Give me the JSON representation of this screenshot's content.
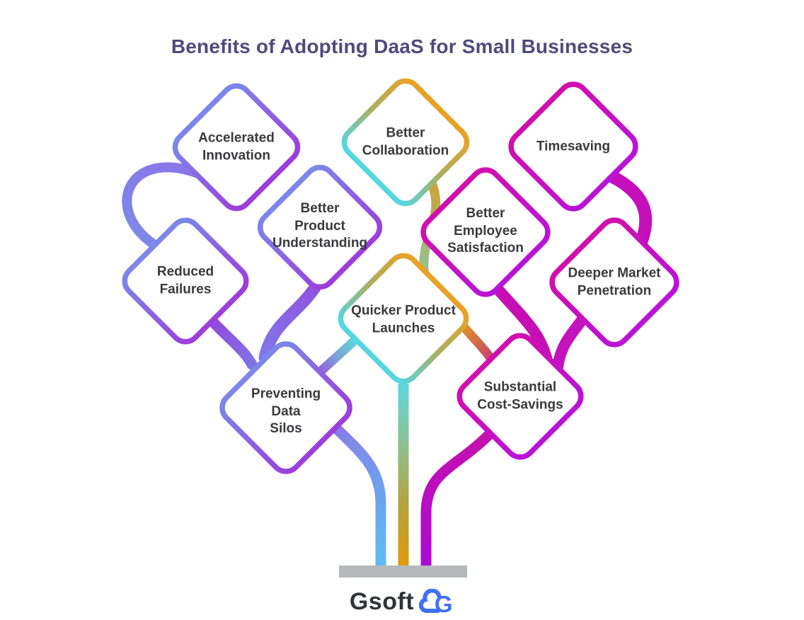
{
  "title": "Benefits of Adopting DaaS for Small Businesses",
  "nodes": [
    {
      "id": "accelerated-innovation",
      "label": "Accelerated\nInnovation",
      "family": "blue-purple"
    },
    {
      "id": "better-collaboration",
      "label": "Better\nCollaboration",
      "family": "orange-teal"
    },
    {
      "id": "timesaving",
      "label": "Timesaving",
      "family": "magenta"
    },
    {
      "id": "better-product-understanding",
      "label": "Better\nProduct\nUnderstanding",
      "family": "blue-purple"
    },
    {
      "id": "better-employee-satisfaction",
      "label": "Better\nEmployee\nSatisfaction",
      "family": "magenta"
    },
    {
      "id": "reduced-failures",
      "label": "Reduced\nFailures",
      "family": "blue-purple"
    },
    {
      "id": "deeper-market-penetration",
      "label": "Deeper Market\nPenetration",
      "family": "magenta"
    },
    {
      "id": "quicker-product-launches",
      "label": "Quicker Product\nLaunches",
      "family": "orange-teal"
    },
    {
      "id": "preventing-data-silos",
      "label": "Preventing\nData\nSilos",
      "family": "blue-purple"
    },
    {
      "id": "substantial-cost-savings",
      "label": "Substantial\nCost-Savings",
      "family": "magenta"
    }
  ],
  "brand": {
    "name": "Gsoft",
    "logo_icon": "cloud-g-icon",
    "logo_color": "#4070F2"
  },
  "colors": {
    "title_text": "#4E4B7B",
    "node_label_text": "#3A3A3C",
    "blue_family_start": "#7C87E9",
    "blue_family_end": "#9C3EDB",
    "orange_teal_start": "#E9A226",
    "orange_teal_end": "#55D7E2",
    "magenta_start": "#D10FAC",
    "magenta_end": "#BA13D8",
    "trunk_blue_bottom": "#5FBCF4",
    "trunk_orange_bottom": "#E2990F",
    "trunk_magenta_bottom": "#AA0BD3",
    "base_bar": "#B6B9BB",
    "background": "#FFFFFF"
  }
}
